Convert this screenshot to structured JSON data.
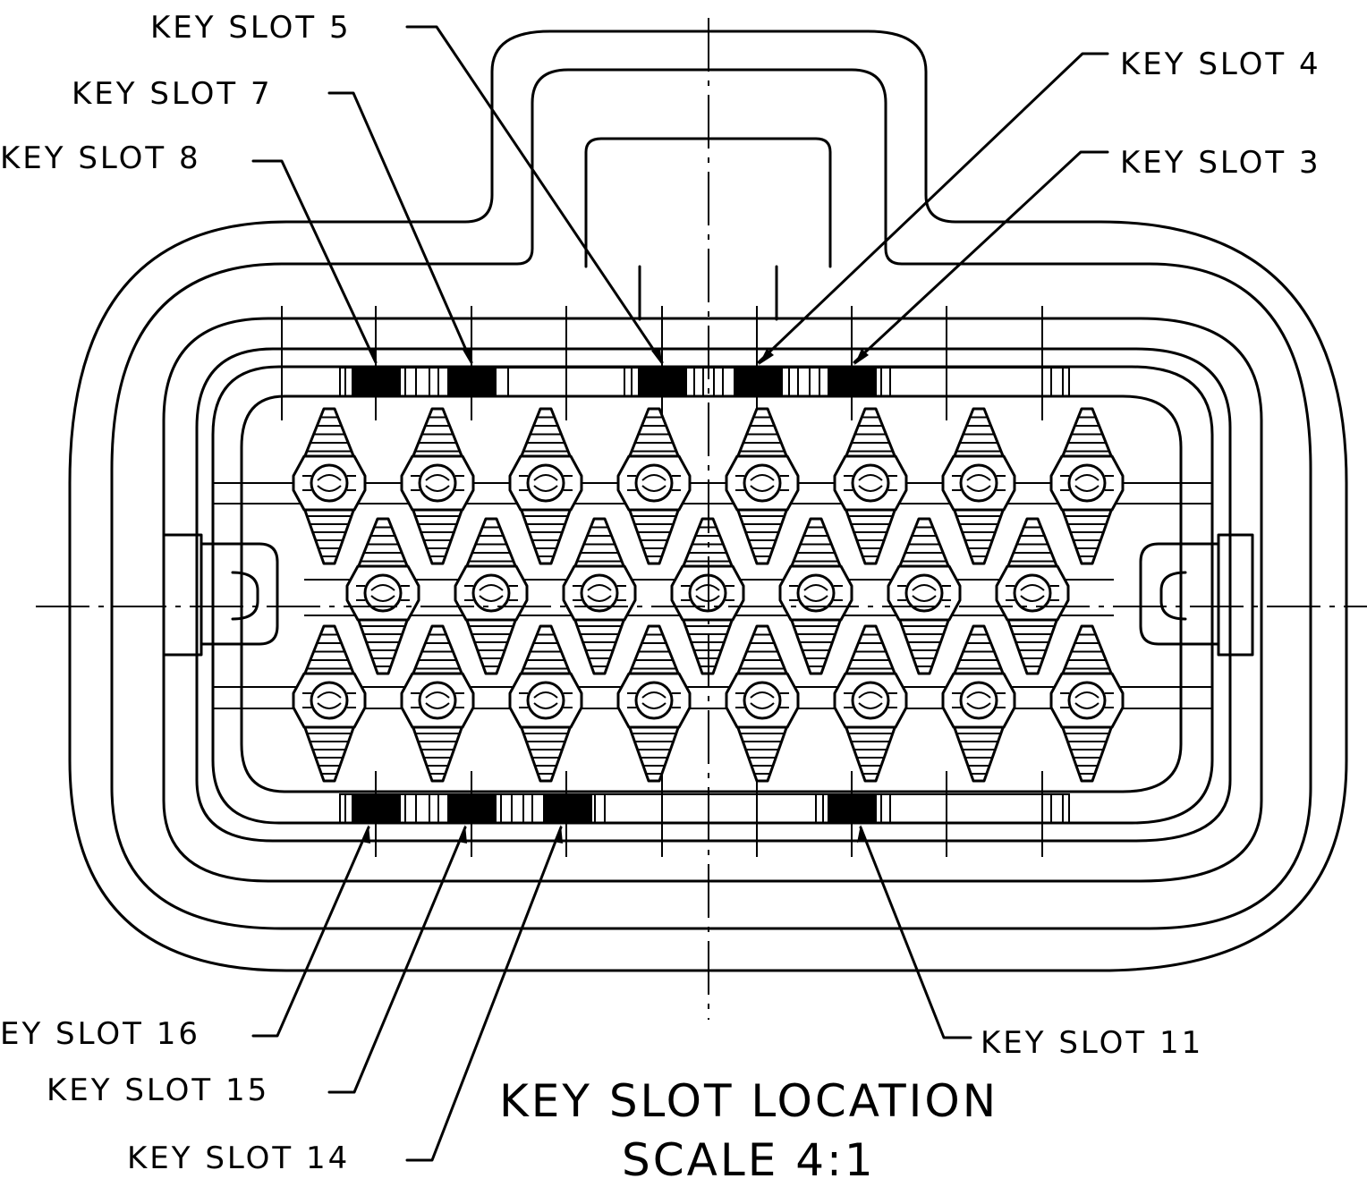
{
  "diagram": {
    "callouts": {
      "key_slot_5": "KEY SLOT 5",
      "key_slot_7": "KEY SLOT 7",
      "key_slot_8": "KEY SLOT 8",
      "key_slot_4": "KEY SLOT 4",
      "key_slot_3": "KEY SLOT 3",
      "key_slot_16": "EY SLOT 16",
      "key_slot_15": "KEY SLOT 15",
      "key_slot_14": "KEY SLOT 14",
      "key_slot_11": "KEY SLOT 11"
    },
    "title": {
      "line1": "KEY SLOT LOCATION",
      "line2": "SCALE 4:1"
    },
    "colors": {
      "line": "#000000",
      "background": "#ffffff"
    }
  }
}
